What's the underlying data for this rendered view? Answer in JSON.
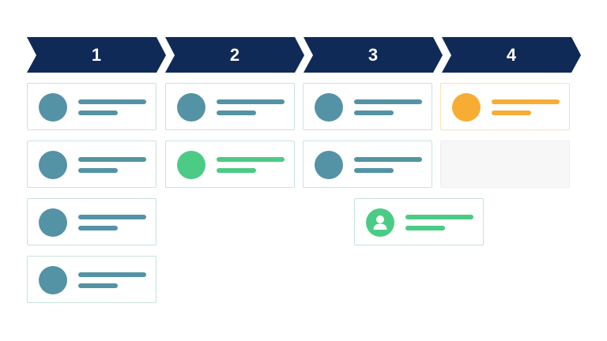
{
  "stages": [
    {
      "label": "1"
    },
    {
      "label": "2"
    },
    {
      "label": "3"
    },
    {
      "label": "4"
    }
  ],
  "colors": {
    "header": "#0f2a56",
    "teal": "#5493a5",
    "green": "#4ccb86",
    "orange": "#f7ad34",
    "card_border": "#c9e3dc",
    "card_border_orange": "#f6e2b6",
    "placeholder_bg": "#f7f7f7"
  },
  "icons": [
    "person-icon"
  ]
}
